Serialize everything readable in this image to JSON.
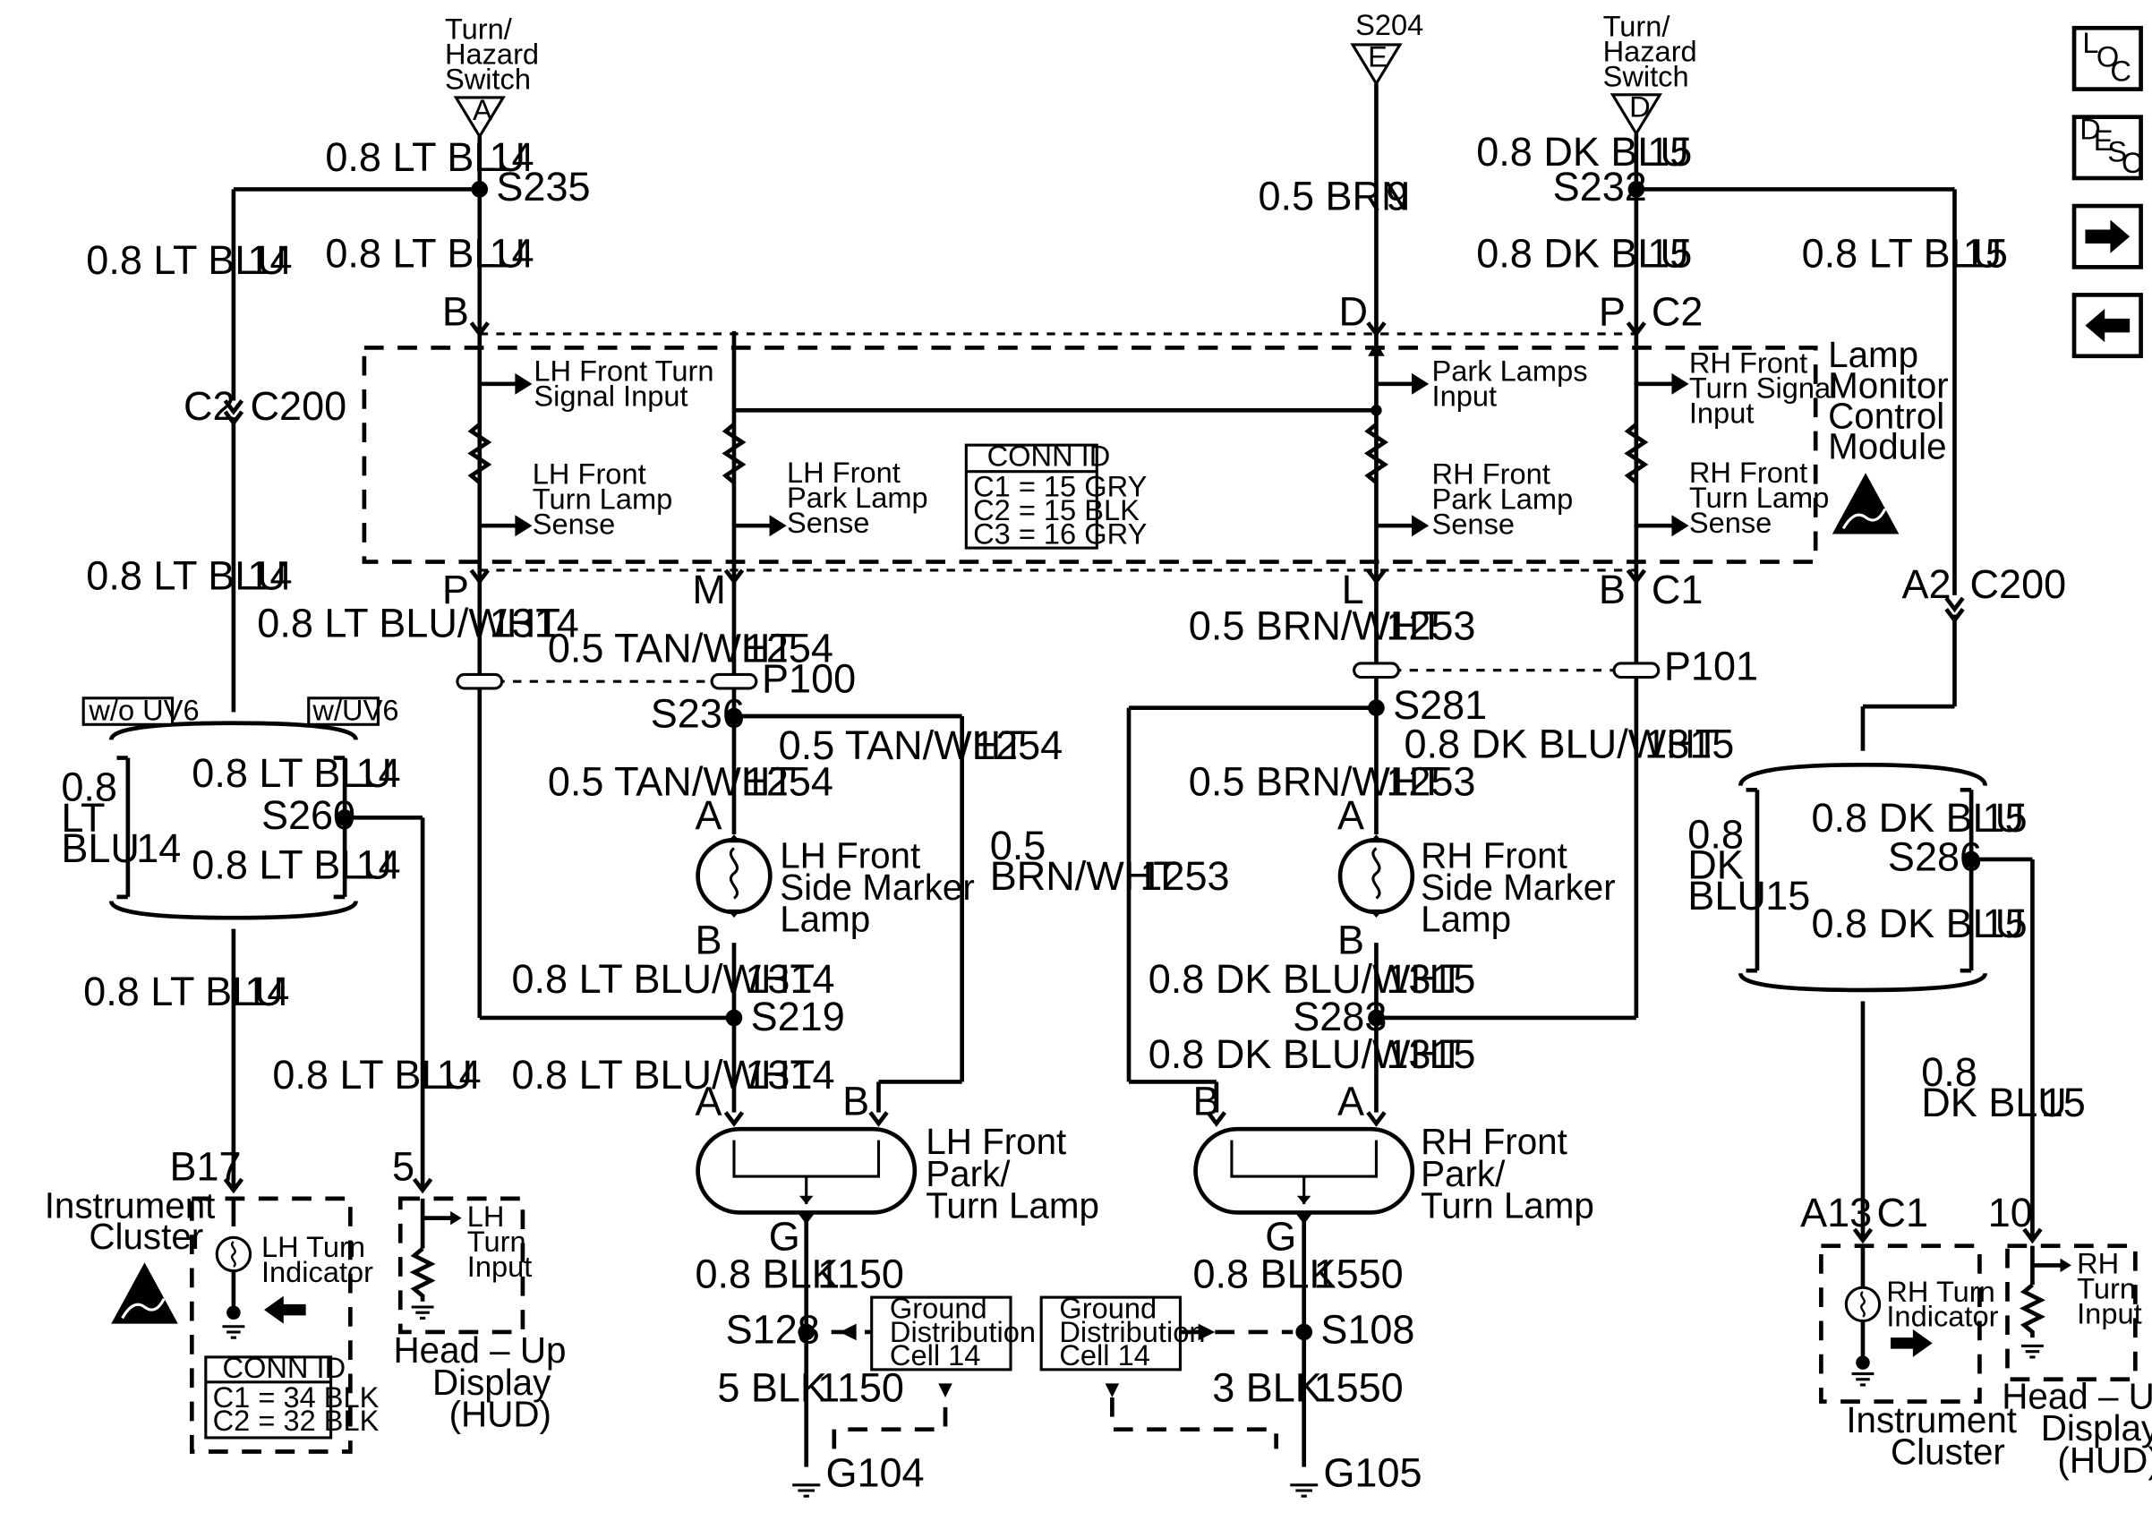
{
  "connectors_top": {
    "turn_hazard_left": [
      "Turn/",
      "Hazard",
      "Switch"
    ],
    "turn_hazard_left_pin": "A",
    "s204": "S204",
    "s204_pin": "E",
    "turn_hazard_right": [
      "Turn/",
      "Hazard",
      "Switch"
    ],
    "turn_hazard_right_pin": "D"
  },
  "wires": {
    "w_ltblu": "0.8 LT BLU",
    "c14": "14",
    "w_brn": "0.5 BRN",
    "c9": "9",
    "w_dkblu": "0.8 DK BLU",
    "c15": "15",
    "w_ltbluwht": "0.8 LT BLU/WHT",
    "c1314": "1314",
    "w_tanwht": "0.5 TAN/WHT",
    "c1254": "1254",
    "w_brnwht": "0.5 BRN/WHT",
    "c1253": "1253",
    "w_brnwht_split": [
      "0.5",
      "BRN/WHT"
    ],
    "w_dkbluwht": "0.8 DK BLU/WHT",
    "c1315": "1315",
    "w_blk": "0.8 BLK",
    "c1150": "1150",
    "c1550": "1550",
    "w_5blk": "5 BLK",
    "w_3blk": "3 BLK",
    "w_lt_blu_split": [
      "0.8",
      "LT",
      "BLU"
    ],
    "w_dk_blu_split": [
      "0.8",
      "DK",
      "BLU"
    ],
    "w_dk_blu_split2": [
      "0.8",
      "DK BLU"
    ]
  },
  "splices": {
    "s235": "S235",
    "s232": "S232",
    "s236": "S236",
    "s281": "S281",
    "s260": "S260",
    "s286": "S286",
    "s219": "S219",
    "s283": "S283",
    "s128": "S128",
    "s108": "S108",
    "p100": "P100",
    "p101": "P101",
    "g104": "G104",
    "g105": "G105"
  },
  "pins": {
    "B": "B",
    "D": "D",
    "P": "P",
    "M": "M",
    "L": "L",
    "A": "A",
    "G": "G",
    "C1": "C1",
    "C2": "C2",
    "C200": "C200",
    "A2": "A2",
    "B17": "B17",
    "p5": "5",
    "A13": "A13",
    "p10": "10"
  },
  "module": {
    "title": [
      "Lamp",
      "Monitor",
      "Control",
      "Module"
    ],
    "lh_turn_signal_input": [
      "LH Front Turn",
      "Signal Input"
    ],
    "park_lamps_input": [
      "Park Lamps",
      "Input"
    ],
    "rh_turn_signal_input": [
      "RH Front",
      "Turn Signal",
      "Input"
    ],
    "lh_turn_lamp_sense": [
      "LH Front",
      "Turn Lamp",
      "Sense"
    ],
    "lh_park_lamp_sense": [
      "LH Front",
      "Park Lamp",
      "Sense"
    ],
    "rh_park_lamp_sense": [
      "RH Front",
      "Park Lamp",
      "Sense"
    ],
    "rh_turn_lamp_sense": [
      "RH Front",
      "Turn Lamp",
      "Sense"
    ],
    "conn_id": {
      "title": "CONN ID",
      "rows": [
        "C1 = 15 GRY",
        "C2 = 15 BLK",
        "C3 = 16 GRY"
      ]
    }
  },
  "options": {
    "wo_uv6": "w/o UV6",
    "w_uv6": "w/UV6"
  },
  "lamps": {
    "lh_side_marker": [
      "LH Front",
      "Side Marker",
      "Lamp"
    ],
    "rh_side_marker": [
      "RH Front",
      "Side Marker",
      "Lamp"
    ],
    "lh_park_turn": [
      "LH Front",
      "Park/",
      "Turn Lamp"
    ],
    "rh_park_turn": [
      "RH Front",
      "Park/",
      "Turn Lamp"
    ]
  },
  "ground_cell": [
    "Ground",
    "Distribution",
    "Cell 14"
  ],
  "left_cluster": {
    "title": [
      "Instrument",
      "Cluster"
    ],
    "indicator": [
      "LH Turn",
      "Indicator"
    ],
    "conn_id": {
      "title": "CONN ID",
      "rows": [
        "C1 = 34 BLK",
        "C2 = 32 BLK"
      ]
    }
  },
  "left_hud": {
    "input": [
      "LH",
      "Turn",
      "Input"
    ],
    "title": [
      "Head – Up",
      "Display",
      "(HUD)"
    ]
  },
  "right_cluster": {
    "title": [
      "Instrument",
      "Cluster"
    ],
    "indicator": [
      "RH Turn",
      "Indicator"
    ]
  },
  "right_hud": {
    "input": [
      "RH",
      "Turn",
      "Input"
    ],
    "title": [
      "Head – Up",
      "Display",
      "(HUD)"
    ]
  },
  "nav": {
    "loc": [
      "L",
      "O",
      "C"
    ],
    "desc": [
      "D",
      "E",
      "S",
      "C"
    ]
  },
  "icons": [
    "esd-warning-icon",
    "arrow-right-icon",
    "arrow-left-icon",
    "ground-icon",
    "resistor-icon",
    "bulb-icon"
  ]
}
